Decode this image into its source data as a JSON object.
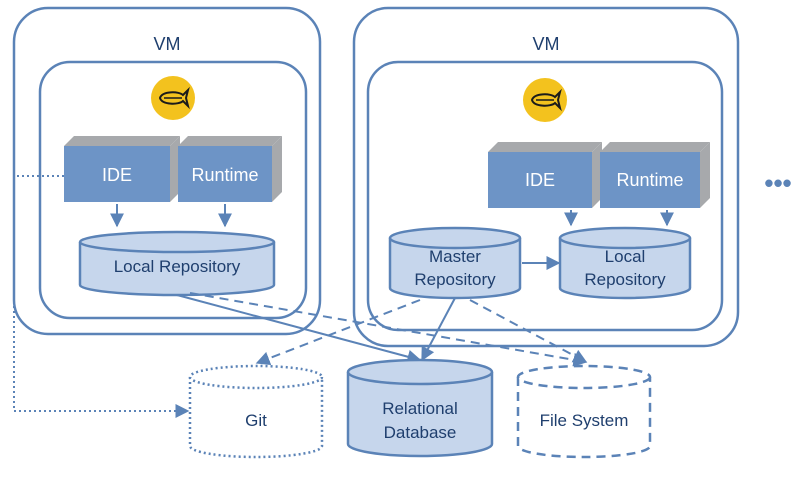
{
  "colors": {
    "outline": "#5b83b7",
    "box_fill": "#6d94c6",
    "box_side": "#a7a9ac",
    "db_fill": "#c6d6ec",
    "logo_fill": "#f3c21e",
    "text_dark": "#1f3f6e"
  },
  "vm_left": {
    "title": "VM",
    "ide": "IDE",
    "runtime": "Runtime",
    "local_repo": "Local Repository"
  },
  "vm_right": {
    "title": "VM",
    "ide": "IDE",
    "runtime": "Runtime",
    "master_repo_line1": "Master",
    "master_repo_line2": "Repository",
    "local_repo_line1": "Local",
    "local_repo_line2": "Repository"
  },
  "ellipsis": "•••",
  "storage": {
    "git": "Git",
    "relational_line1": "Relational",
    "relational_line2": "Database",
    "file_system": "File System"
  },
  "icons": [
    "blimp-logo-icon"
  ]
}
